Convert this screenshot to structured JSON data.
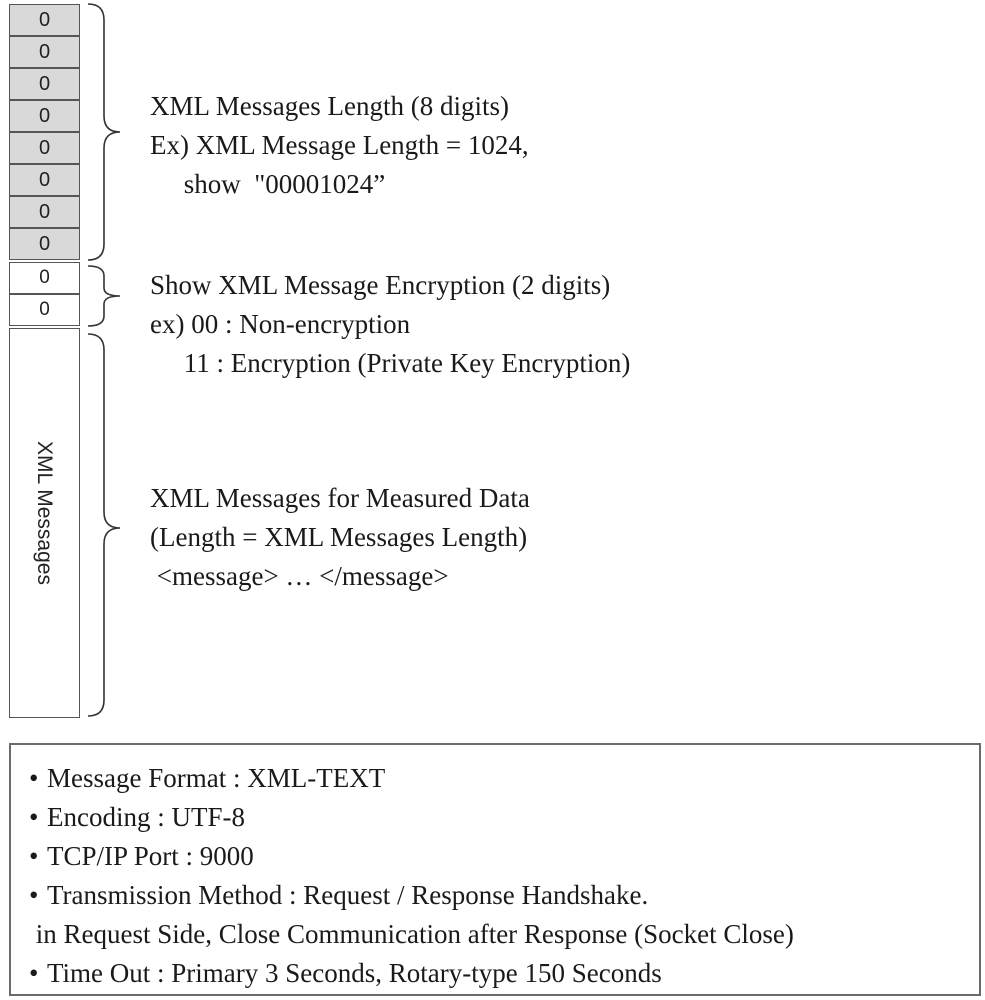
{
  "header_digits": {
    "length_digits": [
      "0",
      "0",
      "0",
      "0",
      "0",
      "0",
      "0",
      "0"
    ],
    "encryption_digits": [
      "0",
      "0"
    ],
    "messages_label": "XML Messages"
  },
  "descriptions": {
    "length": {
      "line1": "XML Messages Length (8 digits)",
      "line2": "Ex) XML Message Length = 1024,",
      "line3": "     show  \"00001024”"
    },
    "encryption": {
      "line1": "Show XML Message Encryption (2 digits)",
      "line2": "ex) 00 : Non-encryption",
      "line3": "     11 : Encryption (Private Key Encryption)"
    },
    "messages": {
      "line1": "XML Messages for Measured Data",
      "line2": "(Length = XML Messages Length)",
      "line3": " <message> … </message>"
    }
  },
  "info_box": {
    "bullet": "•",
    "items": [
      "Message Format : XML-TEXT",
      "Encoding : UTF-8",
      "TCP/IP Port : 9000",
      "Transmission Method : Request / Response Handshake.",
      "Time Out : Primary 3 Seconds, Rotary-type 150 Seconds"
    ],
    "continuation": " in Request Side, Close Communication after Response (Socket Close)"
  }
}
